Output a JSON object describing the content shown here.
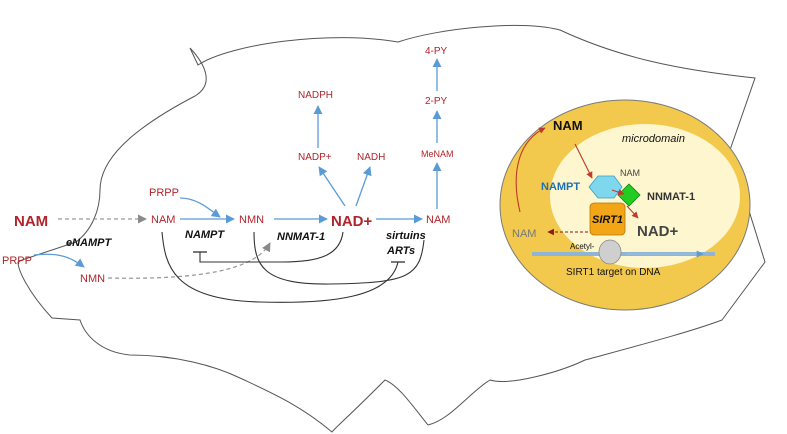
{
  "labels": {
    "nam_ext": "NAM",
    "enampt": "eNAMPT",
    "prpp_left": "PRPP",
    "nmn_ext": "NMN",
    "prpp_mid": "PRPP",
    "nam_in": "NAM",
    "nmn_in": "NMN",
    "nampt": "NAMPT",
    "nnmat1": "NNMAT-1",
    "nad": "NAD+",
    "nam_right": "NAM",
    "sirtuins": "sirtuins",
    "arts": "ARTs",
    "nadp": "NADP+",
    "nadh": "NADH",
    "nadph": "NADPH",
    "menam": "MeNAM",
    "py2": "2-PY",
    "py4": "4-PY"
  },
  "inset": {
    "nam_top": "NAM",
    "microdomain": "microdomain",
    "nam_small": "NAM",
    "nampt": "NAMPT",
    "nnmat1": "NNMAT-1",
    "sirt1": "SIRT1",
    "nad": "NAD+",
    "nam_left": "NAM",
    "acetyl": "Acetyl-",
    "target": "SIRT1 target on DNA"
  },
  "colors": {
    "red": "#b0242c",
    "arrow_blue": "#5b9bd5",
    "outer_ellipse": "#f2c94c",
    "inner_ellipse": "#fdf6cf",
    "nampt_shape": "#7fd7ee",
    "nnmat_shape": "#22cc22",
    "sirt1_shape": "#f2a516"
  }
}
